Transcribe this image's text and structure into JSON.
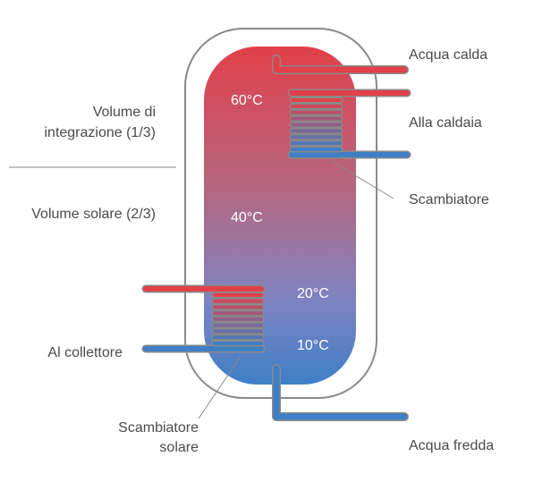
{
  "labels": {
    "hot_water": "Acqua calda",
    "to_boiler": "Alla caldaia",
    "exchanger": "Scambiatore",
    "cold_water": "Acqua fredda",
    "integration_volume_line1": "Volume di",
    "integration_volume_line2": "integrazione (1/3)",
    "solar_volume": "Volume solare (2/3)",
    "to_collector": "Al collettore",
    "solar_exchanger_line1": "Scambiatore",
    "solar_exchanger_line2": "solare"
  },
  "temperatures": {
    "t1": "60°C",
    "t2": "40°C",
    "t3": "20°C",
    "t4": "10°C"
  },
  "colors": {
    "hot": "#e2404a",
    "cold": "#3f7fc6",
    "outline": "#8a8a8a",
    "text": "#4a4a4a"
  }
}
